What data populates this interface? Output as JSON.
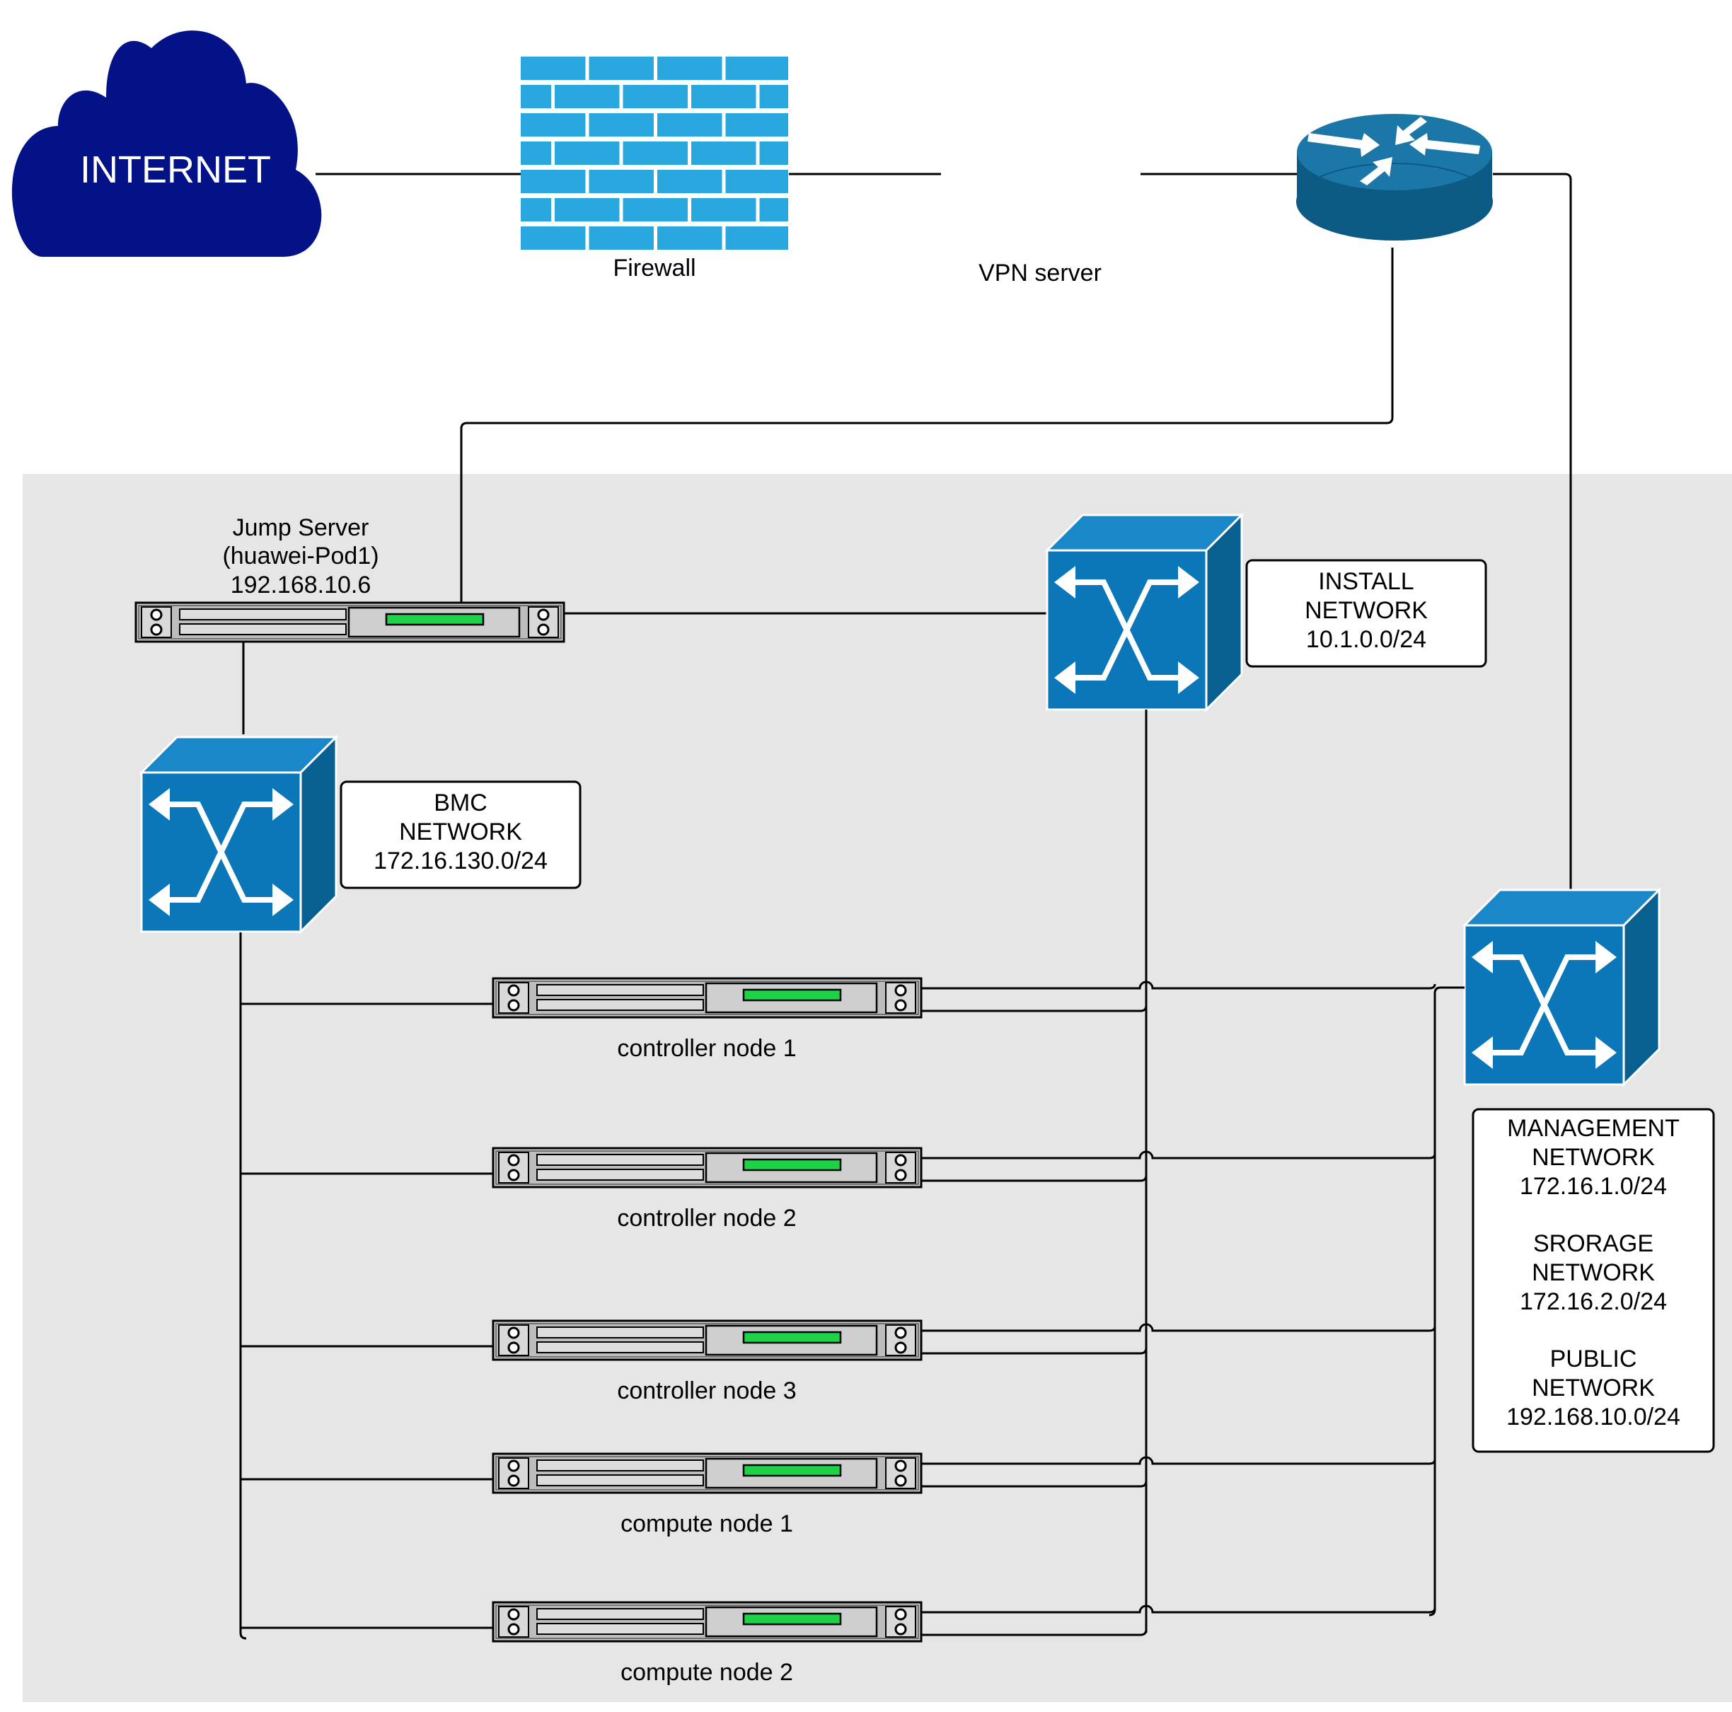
{
  "internet": {
    "label": "INTERNET"
  },
  "firewall": {
    "label": "Firewall"
  },
  "vpn": {
    "label": "VPN server"
  },
  "jump_server": {
    "lines": [
      "Jump Server",
      "(huawei-Pod1)",
      "192.168.10.6"
    ]
  },
  "networks": {
    "install": [
      "INSTALL",
      "NETWORK",
      "10.1.0.0/24"
    ],
    "bmc": [
      "BMC",
      "NETWORK",
      "172.16.130.0/24"
    ],
    "management": [
      "MANAGEMENT",
      "NETWORK",
      "172.16.1.0/24",
      "",
      "SRORAGE",
      "NETWORK",
      "172.16.2.0/24",
      "",
      "PUBLIC",
      "NETWORK",
      "192.168.10.0/24"
    ]
  },
  "nodes": [
    {
      "label": "controller node 1"
    },
    {
      "label": "controller node 2"
    },
    {
      "label": "controller node 3"
    },
    {
      "label": "compute node 1"
    },
    {
      "label": "compute node 2"
    }
  ],
  "colors": {
    "cloud": "#041288",
    "firewall": "#29a8e0",
    "router_top": "#1b77a8",
    "router_side": "#0d5a85",
    "switch_front": "#0b76b8",
    "switch_side": "#07608f",
    "area_bg": "#e6e6e6",
    "server_led": "#1ed146",
    "server_body": "#cfcfcf"
  }
}
